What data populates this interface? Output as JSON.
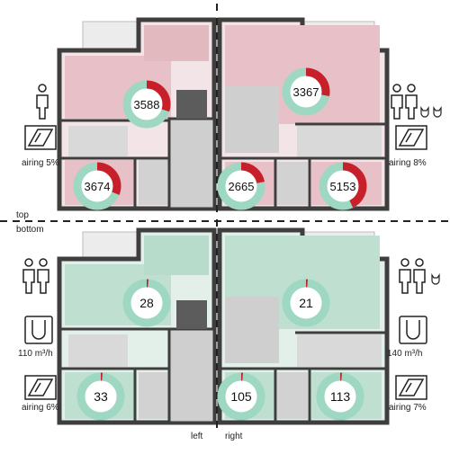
{
  "labels": {
    "top": "top",
    "bottom": "bottom",
    "left": "left",
    "right": "right"
  },
  "airing": {
    "top_left": "airing 5%",
    "top_right": "airing 8%",
    "bottom_left": "airing 6%",
    "bottom_right": "airing 7%"
  },
  "airflow": {
    "bottom_left": "110 m³/h",
    "bottom_right": "140 m³/h"
  },
  "colors": {
    "ring_green": "#9ed8c3",
    "ring_red": "#c8202a",
    "top_tint": "#e8c1c8",
    "bottom_tint": "#bfe0d0",
    "wall": "#3e3e3e"
  },
  "occupants": {
    "top_left": [
      "adult"
    ],
    "top_right": [
      "adult",
      "adult",
      "pet",
      "pet"
    ],
    "bottom_left": [
      "adult",
      "adult"
    ],
    "bottom_right": [
      "adult",
      "adult",
      "pet"
    ]
  },
  "rooms": [
    {
      "id": "top-left-living",
      "value": "3588",
      "fraction": 0.3,
      "r": 22
    },
    {
      "id": "top-right-living",
      "value": "3367",
      "fraction": 0.28,
      "r": 22
    },
    {
      "id": "top-left-bedroom",
      "value": "3674",
      "fraction": 0.31,
      "r": 22
    },
    {
      "id": "top-right-bed1",
      "value": "2665",
      "fraction": 0.22,
      "r": 22
    },
    {
      "id": "top-right-bed2",
      "value": "5153",
      "fraction": 0.43,
      "r": 22
    },
    {
      "id": "bottom-left-living",
      "value": "28",
      "fraction": 0.005,
      "r": 22
    },
    {
      "id": "bottom-right-living",
      "value": "21",
      "fraction": 0.005,
      "r": 22
    },
    {
      "id": "bottom-left-bedroom",
      "value": "33",
      "fraction": 0.005,
      "r": 22
    },
    {
      "id": "bottom-right-bed1",
      "value": "105",
      "fraction": 0.01,
      "r": 22
    },
    {
      "id": "bottom-right-bed2",
      "value": "113",
      "fraction": 0.01,
      "r": 22
    }
  ]
}
